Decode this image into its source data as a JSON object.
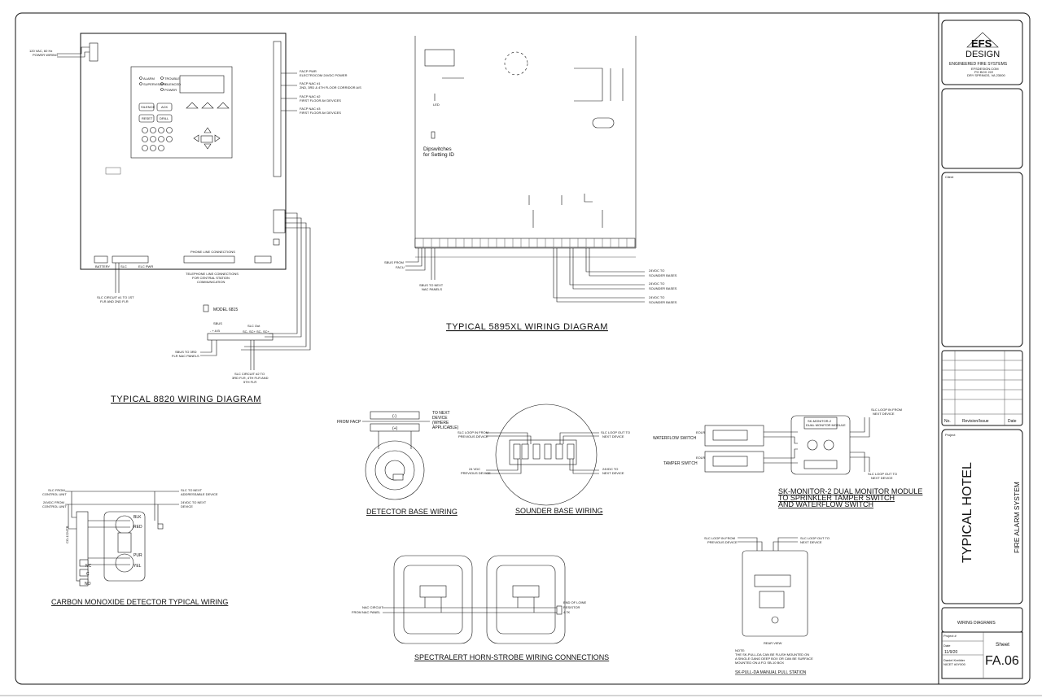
{
  "sheet": {
    "ac_power": [
      "120 VAC, 60 Hz",
      "POWER WIRING"
    ],
    "panel_8820": {
      "title": "TYPICAL 8820 WIRING DIAGRAM",
      "status_leds": [
        "ALARM",
        "SUPERVISORY",
        "TROUBLE",
        "SILENCED",
        "POWER"
      ],
      "buttons": [
        "SILENCE",
        "ACK",
        "RESET",
        "DRILL"
      ],
      "outputs": [
        [
          "FACP PWR",
          "ELECTROCOM 24VDC POWER"
        ],
        [
          "FACP NAC #1",
          "2ND, 3RD & 4TH FLOOR CORRIDOR A/S"
        ],
        [
          "FACP NAC #2",
          "FIRST FLOOR AV DEVICES"
        ],
        [
          "FACP NAC #3",
          "FIRST FLOOR AV DEVICES"
        ]
      ],
      "bottom_labels": [
        "BATTERY",
        "SLC",
        "ELC PWR"
      ],
      "phone_hdr": "PHONE LINE CONNECTIONS",
      "phone": [
        "TELEPHONE LINE CONNECTIONS",
        "FOR CENTRAL STATION",
        "COMMUNICATION"
      ],
      "slc1": [
        "SLC CIRCUIT #1 TO 1ST",
        "FLR AND 2ND FLR"
      ],
      "model": "MODEL 6815",
      "sbus": "SBUS",
      "sbus_pins": "- + A B",
      "slc_out": "SLC Out",
      "slc_out_pins": "SC- SC+ SC- SC+",
      "sbus_note": [
        "SBUS TO 3RD",
        "FLR NAC PANELS"
      ],
      "slc2": [
        "SLC CIRCUIT #2 TO",
        "3RD FLR, 4TH FLR AND",
        "5TH FLR"
      ]
    },
    "panel_5895": {
      "title": "TYPICAL 5895XL WIRING DIAGRAM",
      "led": "LED",
      "dipswitch": [
        "Dipswitches",
        "for Setting ID"
      ],
      "sbus_from": [
        "SBUS FROM",
        "FACU"
      ],
      "sbus_next": [
        "SBUS TO NEXT",
        "NAC PANELS"
      ],
      "sounder": [
        "24VDC TO",
        "SOUNDER BASES"
      ]
    },
    "co": {
      "title": "CARBON MONOXIDE DETECTOR TYPICAL WIRING",
      "slc_from": [
        "SLC FROM",
        "CONTROL UNIT"
      ],
      "dc_from": [
        "24VDC FROM",
        "CONTROL UNIT"
      ],
      "slc_next": [
        "SLC TO NEXT",
        "ADDRESSABLE DEVICE"
      ],
      "dc_next": [
        "24VDC TO NEXT",
        "DEVICE"
      ],
      "wires": [
        "BLK",
        "RED",
        "PUR",
        "YEL"
      ],
      "contacts": [
        "NC",
        "C",
        "NO"
      ],
      "side": "CO-1224TR"
    },
    "detector": {
      "title": "DETECTOR BASE WIRING",
      "from": "FROM FACP",
      "minus": "(-)",
      "plus": "(+)",
      "next": [
        "TO NEXT",
        "DEVICE",
        "(WHERE",
        "APPLICABLE)"
      ]
    },
    "sounder": {
      "title": "SOUNDER BASE WIRING",
      "slc_in": [
        "SLC LOOP IN FROM",
        "PREVIOUS DEVICE"
      ],
      "slc_out": [
        "SLC LOOP OUT TO",
        "NEXT DEVICE"
      ],
      "dc_in": [
        "24 VDC",
        "PREVIOUS DEVICE"
      ],
      "dc_out": [
        "24VDC TO",
        "NEXT DEVICE"
      ]
    },
    "monitor": {
      "title": [
        "SK-MONITOR-2 DUAL MONITOR MODULE",
        "TO SPRINKLER TAMPER SWITCH",
        "AND WATERFLOW SWITCH"
      ],
      "waterflow": "WATERFLOW SWITCH",
      "tamper": "TAMPER SWITCH",
      "eolr": "EOLR",
      "module": [
        "SK-MONITOR-2",
        "DUAL MONITOR MODULE"
      ],
      "slc_in": [
        "SLC LOOP IN FROM",
        "NEXT DEVICE"
      ],
      "slc_out": [
        "SLC LOOP OUT TO",
        "NEXT DEVICE"
      ]
    },
    "horn": {
      "title": "SPECTRALERT HORN-STROBE WIRING CONNECTIONS",
      "nac": [
        "NAC CIRCUIT",
        "FROM NAC PANEL"
      ],
      "eol": [
        "END OF LOINE",
        "RESISTOR",
        "4.7K"
      ]
    },
    "pull": {
      "title": "SK-PULL-DA MANUAL PULL STATION",
      "in": [
        "SLC LOOP IN FROM",
        "PREVIOUS DEVICE"
      ],
      "out": [
        "SLC LOOP OUT TO",
        "NEXT DEVICE"
      ],
      "rear": "REAR VIEW",
      "note_hdr": "NOTE:",
      "note": [
        "THE SK-PULL-DA CAN BE FLUSH MOUNTED ON",
        "A SINGLE GANG DEEP BOX OR CAN BE SURFACE",
        "MOUNTED ON A FCI SB-10 BOX"
      ]
    },
    "titleblock": {
      "logo_top": "EFS",
      "logo_bottom": "DESIGN",
      "company": "ENGINEERED FIRE SYSTEMS",
      "web": "EFSDESIGN.COM",
      "address": [
        "PO BOX 222",
        "DRY SPRINGS, VA 23000"
      ],
      "client": "Client",
      "rev_headers": [
        "No.",
        "Revision/Issue",
        "Date"
      ],
      "project_lbl": "Project",
      "project": "TYPICAL HOTEL",
      "system": "FIRE ALARM SYSTEM",
      "drawing": "WIRING DIAGRAMS",
      "project_no": "Project #",
      "date_lbl": "Date",
      "date": "11/9/20",
      "sheet_lbl": "Sheet",
      "designer": [
        "Daniel Kreibler",
        "NICET #0Y000"
      ],
      "sheet": "FA.06"
    }
  }
}
